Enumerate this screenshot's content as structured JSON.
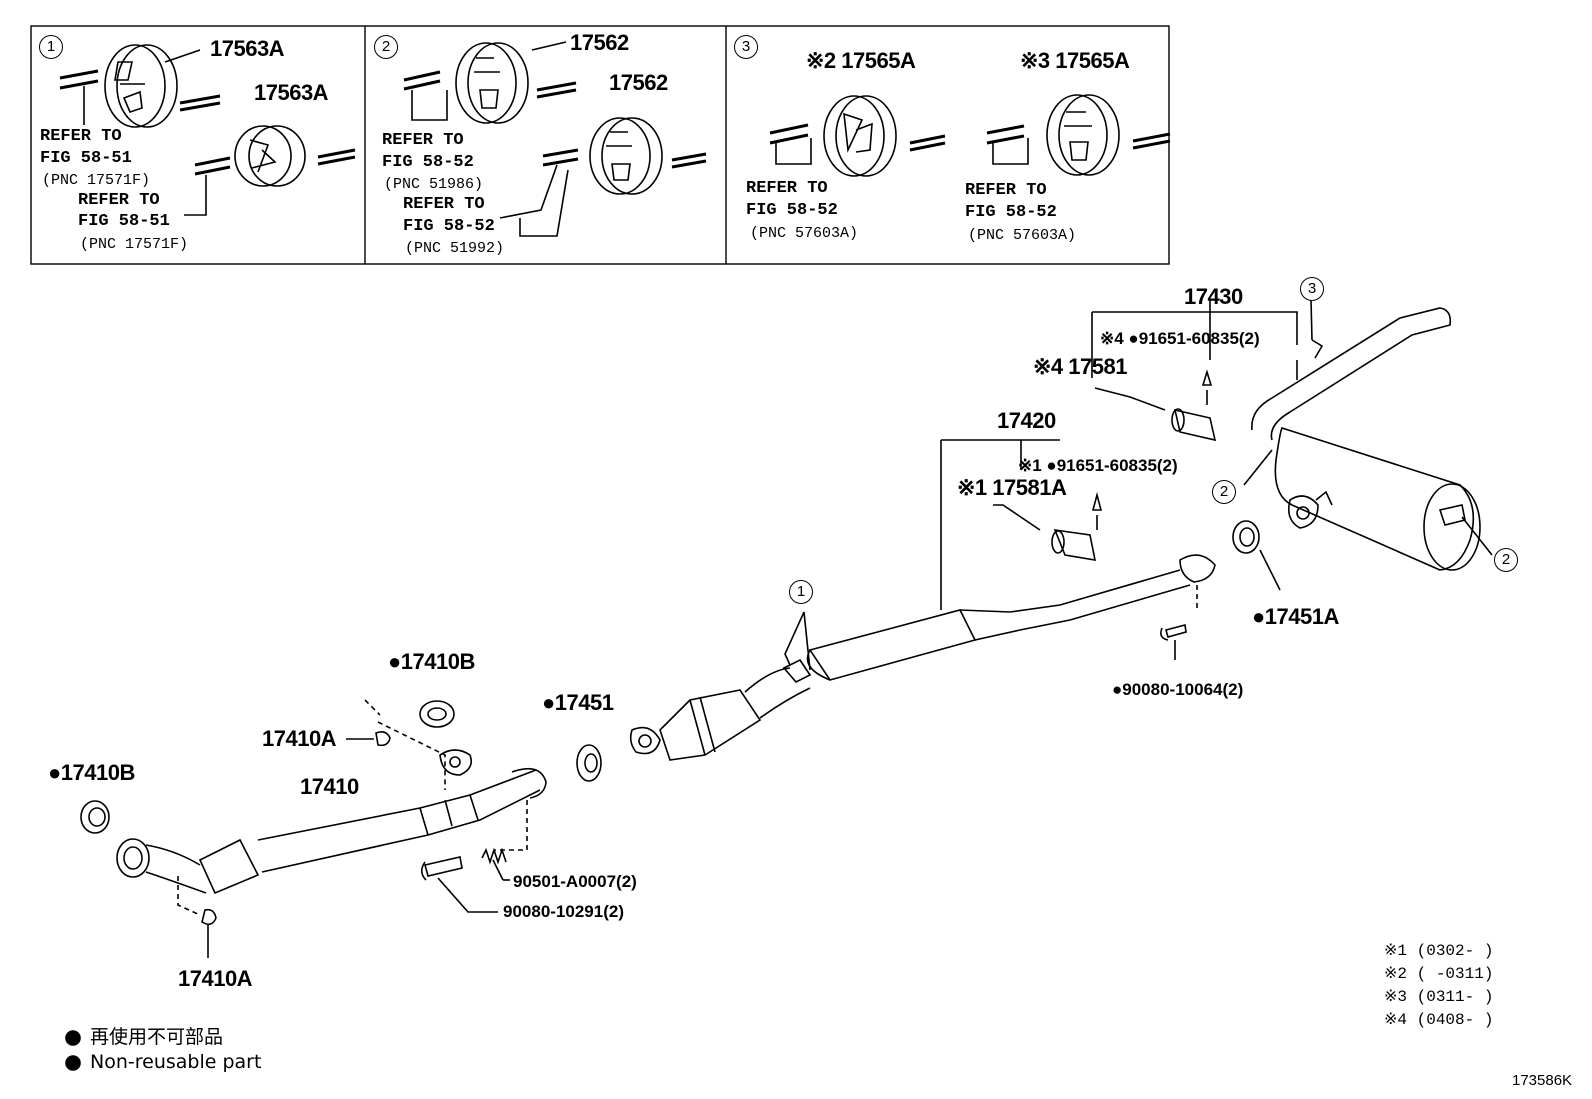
{
  "insets": [
    {
      "marker": "1",
      "parts": [
        "17563A",
        "17563A"
      ],
      "refs": [
        {
          "line1": "REFER TO",
          "line2": "FIG 58-51",
          "pnc": "(PNC 17571F)"
        },
        {
          "line1": "REFER TO",
          "line2": "FIG 58-51",
          "pnc": "(PNC 17571F)"
        }
      ]
    },
    {
      "marker": "2",
      "parts": [
        "17562",
        "17562"
      ],
      "refs": [
        {
          "line1": "REFER TO",
          "line2": "FIG 58-52",
          "pnc": "(PNC 51986)"
        },
        {
          "line1": "REFER TO",
          "line2": "FIG 58-52",
          "pnc": "(PNC 51992)"
        }
      ]
    },
    {
      "marker": "3",
      "parts": [
        "※2 17565A",
        "※3 17565A"
      ],
      "refs": [
        {
          "line1": "REFER TO",
          "line2": "FIG 58-52",
          "pnc": "(PNC 57603A)"
        },
        {
          "line1": "REFER TO",
          "line2": "FIG 58-52",
          "pnc": "(PNC 57603A)"
        }
      ]
    }
  ],
  "labels": {
    "p17430": "17430",
    "p91651_a": "※4 ●91651-60835(2)",
    "p17581": "※4 17581",
    "p17420": "17420",
    "p91651_b": "※1 ●91651-60835(2)",
    "p17581A": "※1 17581A",
    "p17451A": "●17451A",
    "p90080_a": "●90080-10064(2)",
    "p17451": "●17451",
    "p17410B_a": "●17410B",
    "p17410A_a": "17410A",
    "p17410B_b": "●17410B",
    "p17410": "17410",
    "p90501": "90501-A0007(2)",
    "p90080_b": "90080-10291(2)",
    "p17410A_b": "17410A"
  },
  "markers": {
    "m1": "1",
    "m2a": "2",
    "m2b": "2",
    "m3": "3"
  },
  "legend": {
    "jp": "再使用不可部品",
    "en": "Non-reusable part"
  },
  "notes": [
    "※1 (0302-      )",
    "※2 (      -0311)",
    "※3 (0311-      )",
    "※4 (0408-      )"
  ],
  "figure_id": "173586K"
}
